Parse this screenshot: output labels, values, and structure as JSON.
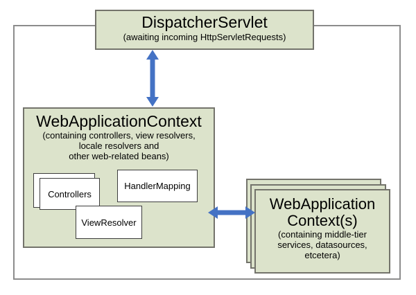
{
  "diagram": {
    "dispatcher_servlet": {
      "title": "DispatcherServlet",
      "subtitle": "(awaiting incoming HttpServletRequests)"
    },
    "web_application_context": {
      "title": "WebApplicationContext",
      "subtitle_lines": [
        "(containing controllers, view resolvers,",
        "locale resolvers and",
        "other web-related beans)"
      ],
      "beans": {
        "controllers": "Controllers",
        "handler_mapping": "HandlerMapping",
        "view_resolver": "ViewResolver"
      }
    },
    "middle_tier_contexts": {
      "title_lines": [
        "WebApplication",
        "Context(s)"
      ],
      "subtitle_lines": [
        "(containing middle-tier",
        "services, datasources,",
        "etcetera)"
      ]
    },
    "icons": {
      "vertical_arrow": "bidirectional-arrow",
      "horizontal_arrow": "bidirectional-arrow"
    }
  },
  "colors": {
    "box_fill": "#dce3cb",
    "box_border": "#73736b",
    "outer_border": "#8c8c8c",
    "inner_box_fill": "#ffffff",
    "inner_box_border": "#3c3c3c",
    "arrow_blue": "#4472c4",
    "text": "#000000",
    "background": "#ffffff"
  }
}
